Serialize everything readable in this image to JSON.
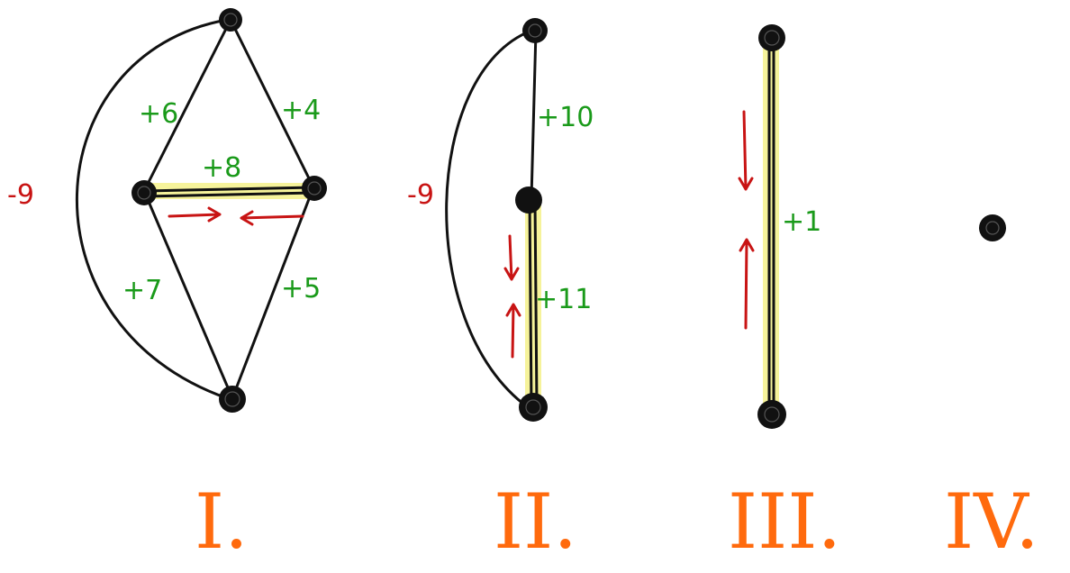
{
  "colors": {
    "edge": "#111111",
    "highlight": "#f5f28a",
    "positive_weight": "#1a9a1a",
    "negative_weight": "#c81414",
    "arrow": "#c81414",
    "step_label": "#ff6a0d"
  },
  "panels": [
    {
      "step": "I.",
      "weights": {
        "w_top_left": "+6",
        "w_top_right": "+4",
        "w_middle": "+8",
        "w_bottom_left": "+7",
        "w_bottom_right": "+5",
        "w_arc": "-9"
      }
    },
    {
      "step": "II.",
      "weights": {
        "w_upper": "+10",
        "w_lower": "+11",
        "w_arc": "-9"
      }
    },
    {
      "step": "III.",
      "weights": {
        "w_edge": "+1"
      }
    },
    {
      "step": "IV.",
      "weights": {}
    }
  ]
}
